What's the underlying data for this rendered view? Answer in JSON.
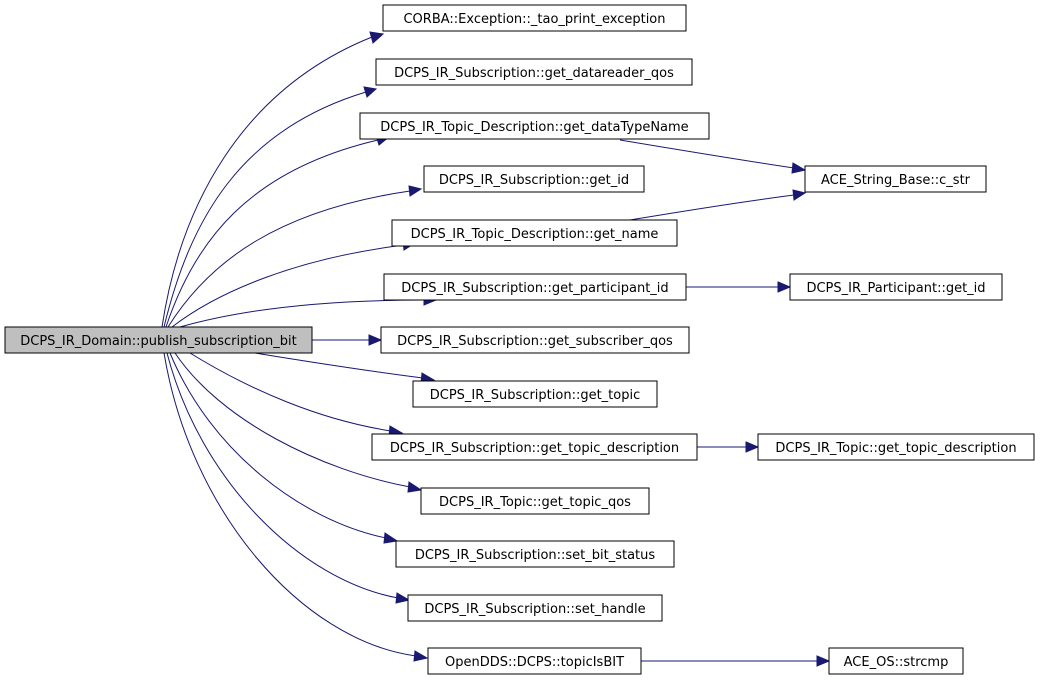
{
  "diagram": {
    "colors": {
      "edge": "#191970",
      "root_fill": "#bfbfbf",
      "node_fill": "#ffffff",
      "border": "#000000"
    },
    "nodes": [
      {
        "id": "root",
        "label": "DCPS_IR_Domain::publish_subscription_bit"
      },
      {
        "id": "n1",
        "label": "CORBA::Exception::_tao_print_exception"
      },
      {
        "id": "n2",
        "label": "DCPS_IR_Subscription::get_datareader_qos"
      },
      {
        "id": "n3",
        "label": "DCPS_IR_Topic_Description::get_dataTypeName"
      },
      {
        "id": "n4",
        "label": "DCPS_IR_Subscription::get_id"
      },
      {
        "id": "n5",
        "label": "DCPS_IR_Topic_Description::get_name"
      },
      {
        "id": "n6",
        "label": "DCPS_IR_Subscription::get_participant_id"
      },
      {
        "id": "n7",
        "label": "DCPS_IR_Subscription::get_subscriber_qos"
      },
      {
        "id": "n8",
        "label": "DCPS_IR_Subscription::get_topic"
      },
      {
        "id": "n9",
        "label": "DCPS_IR_Subscription::get_topic_description"
      },
      {
        "id": "n10",
        "label": "DCPS_IR_Topic::get_topic_qos"
      },
      {
        "id": "n11",
        "label": "DCPS_IR_Subscription::set_bit_status"
      },
      {
        "id": "n12",
        "label": "DCPS_IR_Subscription::set_handle"
      },
      {
        "id": "n13",
        "label": "OpenDDS::DCPS::topicIsBIT"
      },
      {
        "id": "n14",
        "label": "ACE_String_Base::c_str"
      },
      {
        "id": "n15",
        "label": "DCPS_IR_Participant::get_id"
      },
      {
        "id": "n16",
        "label": "DCPS_IR_Topic::get_topic_description"
      },
      {
        "id": "n17",
        "label": "ACE_OS::strcmp"
      }
    ],
    "edges": [
      {
        "from": "root",
        "to": "n1"
      },
      {
        "from": "root",
        "to": "n2"
      },
      {
        "from": "root",
        "to": "n3"
      },
      {
        "from": "root",
        "to": "n4"
      },
      {
        "from": "root",
        "to": "n5"
      },
      {
        "from": "root",
        "to": "n6"
      },
      {
        "from": "root",
        "to": "n7"
      },
      {
        "from": "root",
        "to": "n8"
      },
      {
        "from": "root",
        "to": "n9"
      },
      {
        "from": "root",
        "to": "n10"
      },
      {
        "from": "root",
        "to": "n11"
      },
      {
        "from": "root",
        "to": "n12"
      },
      {
        "from": "root",
        "to": "n13"
      },
      {
        "from": "n3",
        "to": "n14"
      },
      {
        "from": "n5",
        "to": "n14"
      },
      {
        "from": "n6",
        "to": "n15"
      },
      {
        "from": "n9",
        "to": "n16"
      },
      {
        "from": "n13",
        "to": "n17"
      }
    ]
  }
}
